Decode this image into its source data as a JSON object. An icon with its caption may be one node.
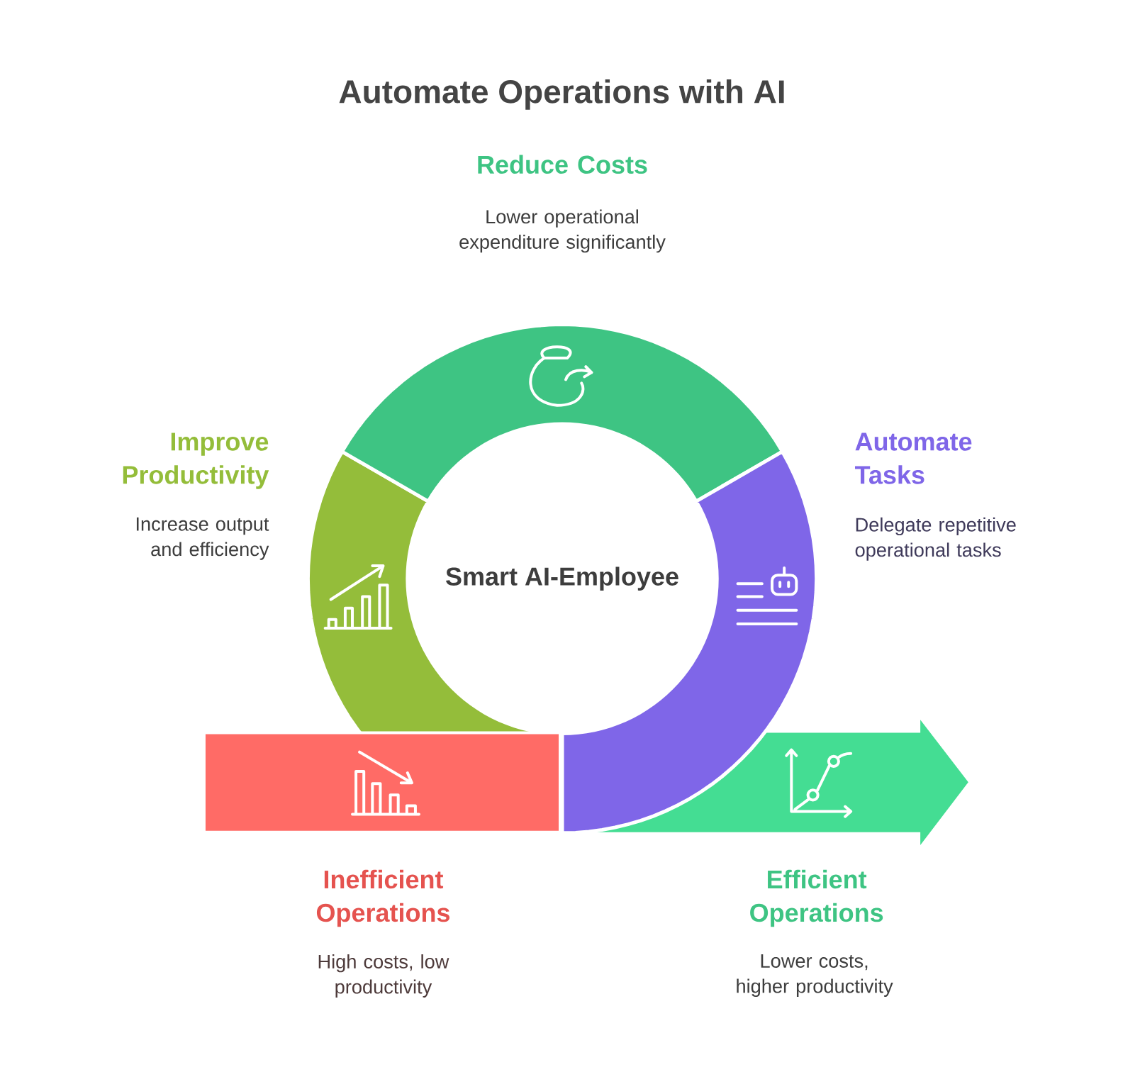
{
  "diagram": {
    "title": "Automate Operations with AI",
    "nodes": [
      {
        "text": [
          "Smart AI-Employee"
        ]
      },
      {
        "text": [
          "Reduce Costs",
          "Lower operational expenditure significantly"
        ]
      },
      {
        "text": [
          "Improve Productivity",
          "Increase output and efficiency"
        ]
      },
      {
        "text": [
          "Automate Tasks",
          "Delegate repetitive operational tasks"
        ]
      },
      {
        "text": [
          "Inefficient Operations",
          "High costs, low productivity"
        ]
      },
      {
        "text": [
          "Efficient Operations",
          "Lower costs, higher productivity"
        ]
      }
    ]
  }
}
